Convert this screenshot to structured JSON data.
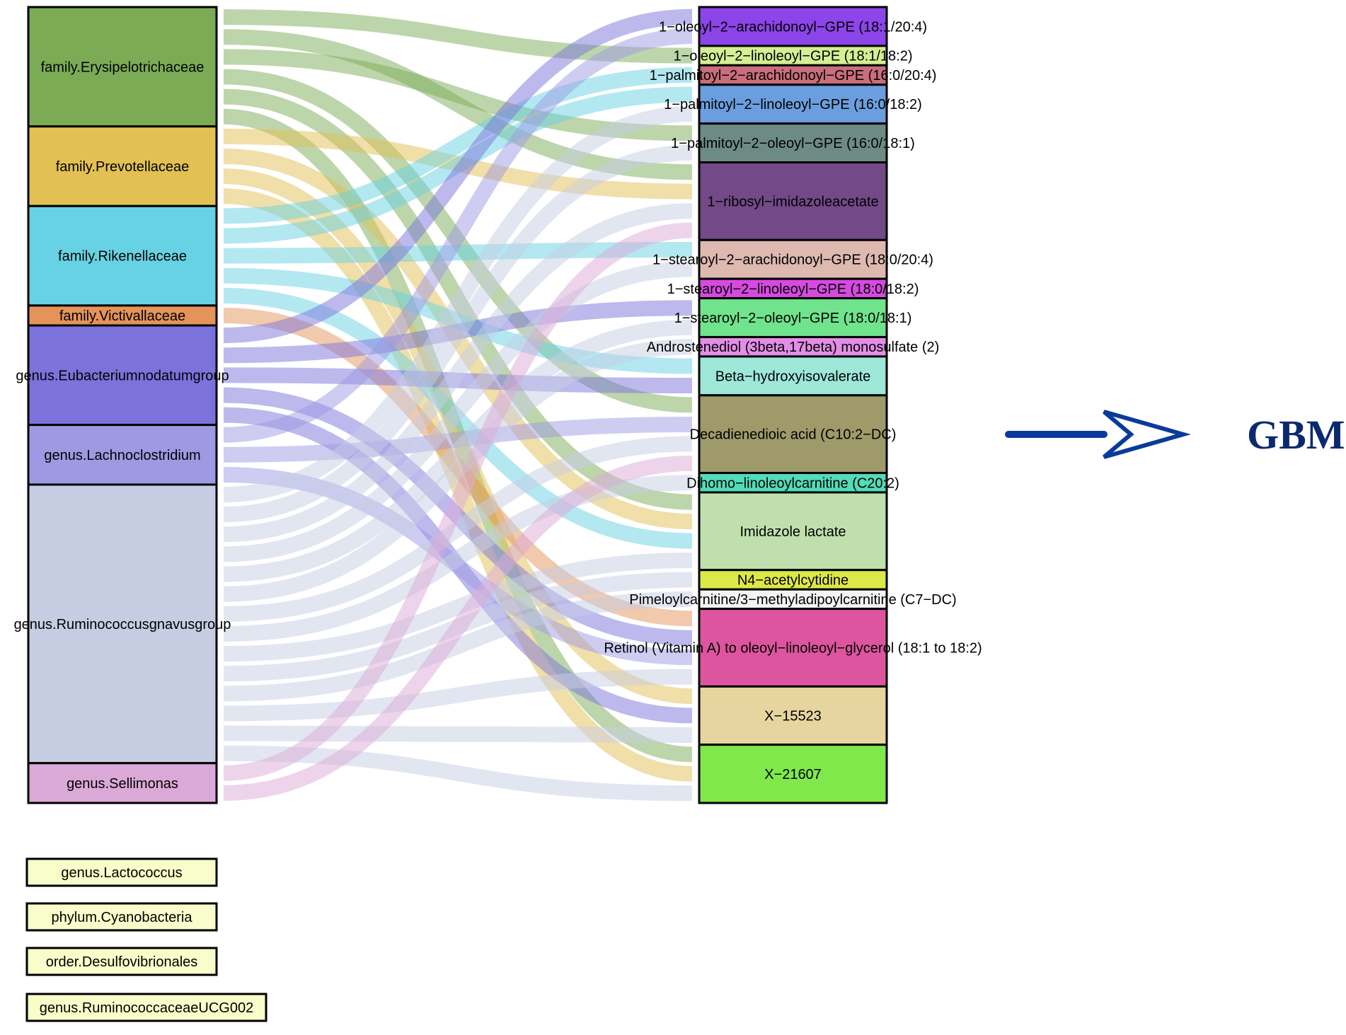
{
  "colors": {
    "node_border": "#000000",
    "other_box_fill": "#f8fdc9",
    "arrow": "#0a3a9c",
    "target_text": "#0b2a6e"
  },
  "target": {
    "label": "GBM"
  },
  "diagram": {
    "sources": [
      {
        "label": "family.Erysipelotrichaceae",
        "color": "#7bac55"
      },
      {
        "label": "family.Prevotellaceae",
        "color": "#e2c054"
      },
      {
        "label": "family.Rikenellaceae",
        "color": "#67d2e3"
      },
      {
        "label": "family.Victivallaceae",
        "color": "#e4935a"
      },
      {
        "label": "genus.Eubacteriumnodatumgroup",
        "color": "#7b73db"
      },
      {
        "label": "genus.Lachnoclostridium",
        "color": "#9d9ae3"
      },
      {
        "label": "genus.Ruminococcusgnavusgroup",
        "color": "#c6cde3"
      },
      {
        "label": "genus.Sellimonas",
        "color": "#dba9d8"
      }
    ],
    "metabolites": [
      {
        "label": "1−oleoyl−2−arachidonoyl−GPE (18:1/20:4)",
        "color": "#8b45e8"
      },
      {
        "label": "1−oleoyl−2−linoleoyl−GPE (18:1/18:2)",
        "color": "#d4ef94"
      },
      {
        "label": "1−palmitoyl−2−arachidonoyl−GPE (16:0/20:4)",
        "color": "#c96e7c"
      },
      {
        "label": "1−palmitoyl−2−linoleoyl−GPE (16:0/18:2)",
        "color": "#6b9ede"
      },
      {
        "label": "1−palmitoyl−2−oleoyl−GPE (16:0/18:1)",
        "color": "#6e8a84"
      },
      {
        "label": "1−ribosyl−imidazoleacetate",
        "color": "#734987"
      },
      {
        "label": "1−stearoyl−2−arachidonoyl−GPE (18:0/20:4)",
        "color": "#ddb9b0"
      },
      {
        "label": "1−stearoyl−2−linoleoyl−GPE (18:0/18:2)",
        "color": "#d64ae0"
      },
      {
        "label": "1−stearoyl−2−oleoyl−GPE (18:0/18:1)",
        "color": "#70e38d"
      },
      {
        "label": "Androstenediol (3beta,17beta) monosulfate (2)",
        "color": "#e28ee6"
      },
      {
        "label": "Beta−hydroxyisovalerate",
        "color": "#9ee7d9"
      },
      {
        "label": "Decadienedioic acid (C10:2−DC)",
        "color": "#9f9a6a"
      },
      {
        "label": "Dihomo−linoleoylcarnitine (C20:2)",
        "color": "#52dcb8"
      },
      {
        "label": "Imidazole lactate",
        "color": "#bfe0ad"
      },
      {
        "label": "N4−acetylcytidine",
        "color": "#dce848"
      },
      {
        "label": "Pimeloylcarnitine/3−methyladipoylcarnitine (C7−DC)",
        "color": "#f4f4f4"
      },
      {
        "label": "Retinol (Vitamin A) to oleoyl−linoleoyl−glycerol (18:1 to 18:2)",
        "color": "#dd559f"
      },
      {
        "label": "X−15523",
        "color": "#e7d59f"
      },
      {
        "label": "X−21607",
        "color": "#80e84b"
      }
    ],
    "links": [
      {
        "source": 0,
        "target": 1
      },
      {
        "source": 0,
        "target": 5
      },
      {
        "source": 0,
        "target": 4
      },
      {
        "source": 0,
        "target": 11
      },
      {
        "source": 0,
        "target": 13
      },
      {
        "source": 0,
        "target": 18
      },
      {
        "source": 1,
        "target": 5
      },
      {
        "source": 1,
        "target": 13
      },
      {
        "source": 1,
        "target": 17
      },
      {
        "source": 1,
        "target": 18
      },
      {
        "source": 2,
        "target": 2
      },
      {
        "source": 2,
        "target": 3
      },
      {
        "source": 2,
        "target": 6
      },
      {
        "source": 2,
        "target": 10
      },
      {
        "source": 2,
        "target": 13
      },
      {
        "source": 3,
        "target": 16
      },
      {
        "source": 4,
        "target": 0
      },
      {
        "source": 4,
        "target": 8
      },
      {
        "source": 4,
        "target": 10
      },
      {
        "source": 4,
        "target": 16
      },
      {
        "source": 4,
        "target": 17
      },
      {
        "source": 5,
        "target": 0
      },
      {
        "source": 5,
        "target": 11
      },
      {
        "source": 5,
        "target": 16
      },
      {
        "source": 6,
        "target": 3
      },
      {
        "source": 6,
        "target": 4
      },
      {
        "source": 6,
        "target": 5
      },
      {
        "source": 6,
        "target": 6
      },
      {
        "source": 6,
        "target": 8
      },
      {
        "source": 6,
        "target": 9
      },
      {
        "source": 6,
        "target": 11
      },
      {
        "source": 6,
        "target": 12
      },
      {
        "source": 6,
        "target": 13
      },
      {
        "source": 6,
        "target": 14
      },
      {
        "source": 6,
        "target": 15
      },
      {
        "source": 6,
        "target": 16
      },
      {
        "source": 6,
        "target": 17
      },
      {
        "source": 6,
        "target": 18
      },
      {
        "source": 7,
        "target": 5
      },
      {
        "source": 7,
        "target": 11
      }
    ],
    "other_exposures": [
      {
        "label": "genus.Lactococcus"
      },
      {
        "label": "phylum.Cyanobacteria"
      },
      {
        "label": "order.Desulfovibrionales"
      },
      {
        "label": "genus.RuminococcaceaeUCG002"
      }
    ]
  }
}
